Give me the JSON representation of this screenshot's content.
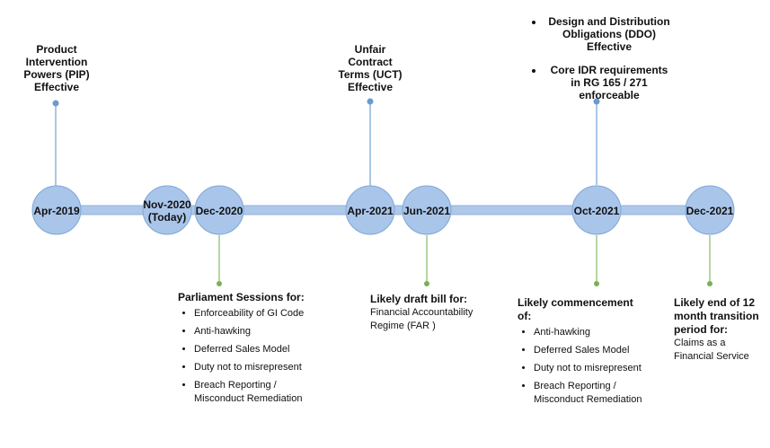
{
  "nodes": [
    {
      "label": "Apr-2019"
    },
    {
      "label_line1": "Nov-2020",
      "label_line2": "(Today)"
    },
    {
      "label": "Dec-2020"
    },
    {
      "label": "Apr-2021"
    },
    {
      "label": "Jun-2021"
    },
    {
      "label": "Oct-2021"
    },
    {
      "label": "Dec-2021"
    }
  ],
  "top_events": {
    "pip": {
      "lines": [
        "Product",
        "Intervention",
        "Powers (PIP)",
        "Effective"
      ]
    },
    "uct": {
      "lines": [
        "Unfair",
        "Contract",
        "Terms (UCT)",
        "Effective"
      ]
    },
    "ddo": {
      "items": [
        "Design and Distribution Obligations (DDO) Effective",
        "Core IDR requirements in RG 165 / 271 enforceable"
      ]
    }
  },
  "bottom_events": {
    "parliament": {
      "title": "Parliament Sessions for:",
      "items": [
        "Enforceability of GI Code",
        "Anti-hawking",
        "Deferred Sales Model",
        "Duty not to misrepresent",
        "Breach Reporting / Misconduct Remediation"
      ]
    },
    "far": {
      "title": "Likely draft bill for:",
      "body": "Financial Accountability Regime (FAR )"
    },
    "commencement": {
      "title": "Likely commencement of:",
      "items": [
        "Anti-hawking",
        "Deferred Sales Model",
        "Duty not to misrepresent",
        "Breach Reporting / Misconduct Remediation"
      ]
    },
    "claims": {
      "title": "Likely end of 12 month transition period for:",
      "body": "Claims as a Financial Service"
    }
  },
  "colors": {
    "node_fill": "#a9c5ea",
    "node_stroke": "#7fa7d6",
    "bar_fill": "#aec8ea",
    "top_connector": "#6b9bd1",
    "bottom_connector": "#77b255"
  }
}
